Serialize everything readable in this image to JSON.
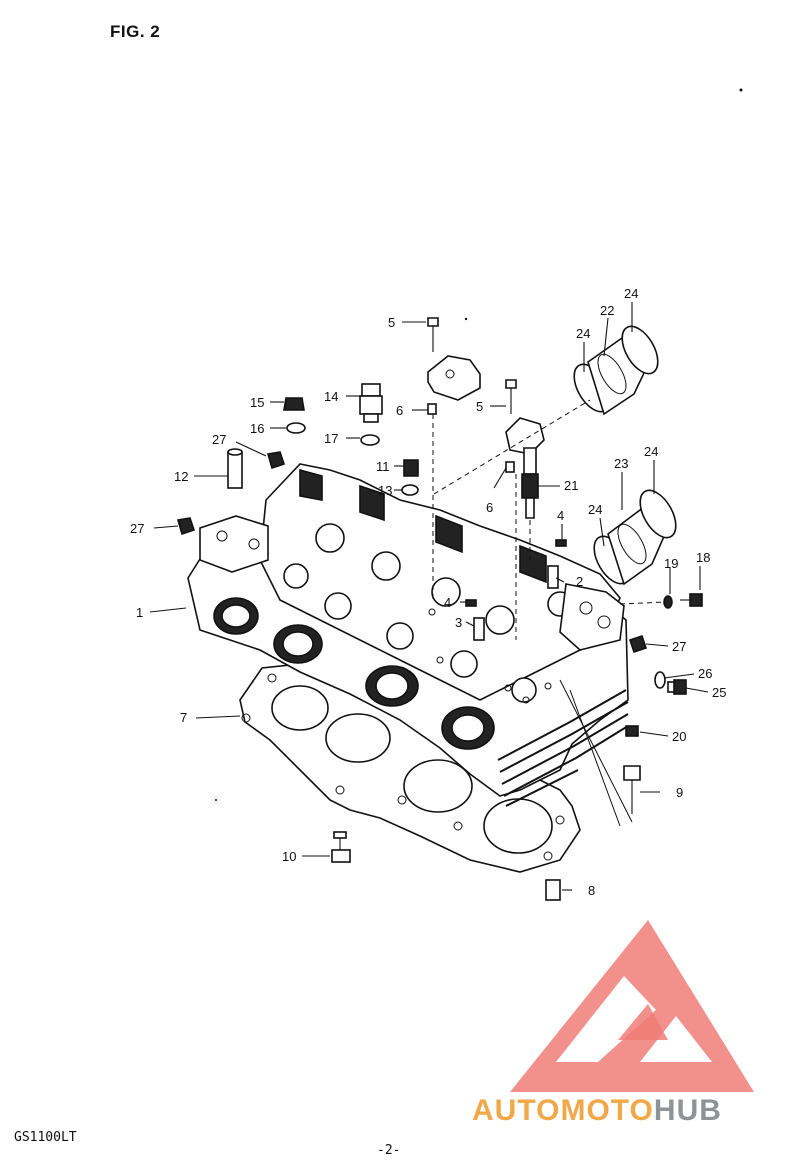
{
  "figure": {
    "title": "FIG. 2"
  },
  "footer": {
    "model": "GS1100LT",
    "page": "-2-"
  },
  "watermark": {
    "brand": "AUTOMOTOHUB",
    "brand_parts": [
      "AUTOMOTO",
      "HUB"
    ],
    "colors": {
      "auto": "#f0a848",
      "hub": "#8f9396",
      "logo": "#ee6e6a"
    }
  },
  "callouts": [
    {
      "id": "c1",
      "label": "1"
    },
    {
      "id": "c2",
      "label": "2"
    },
    {
      "id": "c3",
      "label": "3"
    },
    {
      "id": "c4a",
      "label": "4"
    },
    {
      "id": "c4b",
      "label": "4"
    },
    {
      "id": "c5a",
      "label": "5"
    },
    {
      "id": "c5b",
      "label": "5"
    },
    {
      "id": "c6a",
      "label": "6"
    },
    {
      "id": "c6b",
      "label": "6"
    },
    {
      "id": "c7",
      "label": "7"
    },
    {
      "id": "c8",
      "label": "8"
    },
    {
      "id": "c9",
      "label": "9"
    },
    {
      "id": "c10",
      "label": "10"
    },
    {
      "id": "c11",
      "label": "11"
    },
    {
      "id": "c12",
      "label": "12"
    },
    {
      "id": "c13",
      "label": "13"
    },
    {
      "id": "c14",
      "label": "14"
    },
    {
      "id": "c15",
      "label": "15"
    },
    {
      "id": "c16",
      "label": "16"
    },
    {
      "id": "c17",
      "label": "17"
    },
    {
      "id": "c18",
      "label": "18"
    },
    {
      "id": "c19",
      "label": "19"
    },
    {
      "id": "c20",
      "label": "20"
    },
    {
      "id": "c21",
      "label": "21"
    },
    {
      "id": "c22",
      "label": "22"
    },
    {
      "id": "c23",
      "label": "23"
    },
    {
      "id": "c24a",
      "label": "24"
    },
    {
      "id": "c24b",
      "label": "24"
    },
    {
      "id": "c24c",
      "label": "24"
    },
    {
      "id": "c24d",
      "label": "24"
    },
    {
      "id": "c25",
      "label": "25"
    },
    {
      "id": "c26",
      "label": "26"
    },
    {
      "id": "c27a",
      "label": "27"
    },
    {
      "id": "c27b",
      "label": "27"
    },
    {
      "id": "c27c",
      "label": "27"
    }
  ]
}
